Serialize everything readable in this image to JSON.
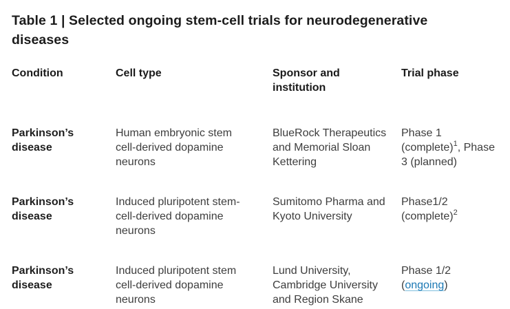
{
  "title": {
    "line1": "Table 1 | Selected ongoing stem-cell trials for neurodegenerative",
    "line2": "diseases"
  },
  "table": {
    "headers": {
      "condition": "Condition",
      "cell_type": "Cell type",
      "sponsor_line1": "Sponsor and",
      "sponsor_line2": "institution",
      "trial_phase": "Trial phase"
    },
    "rows": [
      {
        "condition": [
          "Parkinson’s",
          "disease"
        ],
        "cell_type": [
          "Human embryonic stem",
          "cell-derived dopamine",
          "neurons"
        ],
        "sponsor": [
          "BlueRock Therapeutics",
          "and Memorial Sloan",
          "Kettering"
        ],
        "phase": {
          "line1": "Phase 1",
          "line2_text": "(complete)",
          "line2_sup": "1",
          "line2_after": ", Phase",
          "line3": "3 (planned)"
        }
      },
      {
        "condition": [
          "Parkinson’s",
          "disease"
        ],
        "cell_type": [
          "Induced pluripotent stem-",
          "cell-derived dopamine",
          "neurons"
        ],
        "sponsor": [
          "Sumitomo Pharma and",
          "Kyoto University"
        ],
        "phase": {
          "line1": "Phase1/2",
          "line2_text": "(complete)",
          "line2_sup": "2"
        }
      },
      {
        "condition": [
          "Parkinson’s",
          "disease"
        ],
        "cell_type": [
          "Induced pluripotent stem",
          "cell-derived dopamine",
          "neurons"
        ],
        "sponsor": [
          "Lund University,",
          "Cambridge University",
          "and Region Skane"
        ],
        "phase": {
          "line1": "Phase 1/2",
          "line2_open": "(",
          "link_text": "ongoing",
          "line2_close": ")"
        }
      }
    ]
  },
  "colors": {
    "link": "#1b78b4",
    "link_underline": "#7fbede",
    "heading_text": "#1a1a1a",
    "body_text": "#3d3d3d"
  }
}
